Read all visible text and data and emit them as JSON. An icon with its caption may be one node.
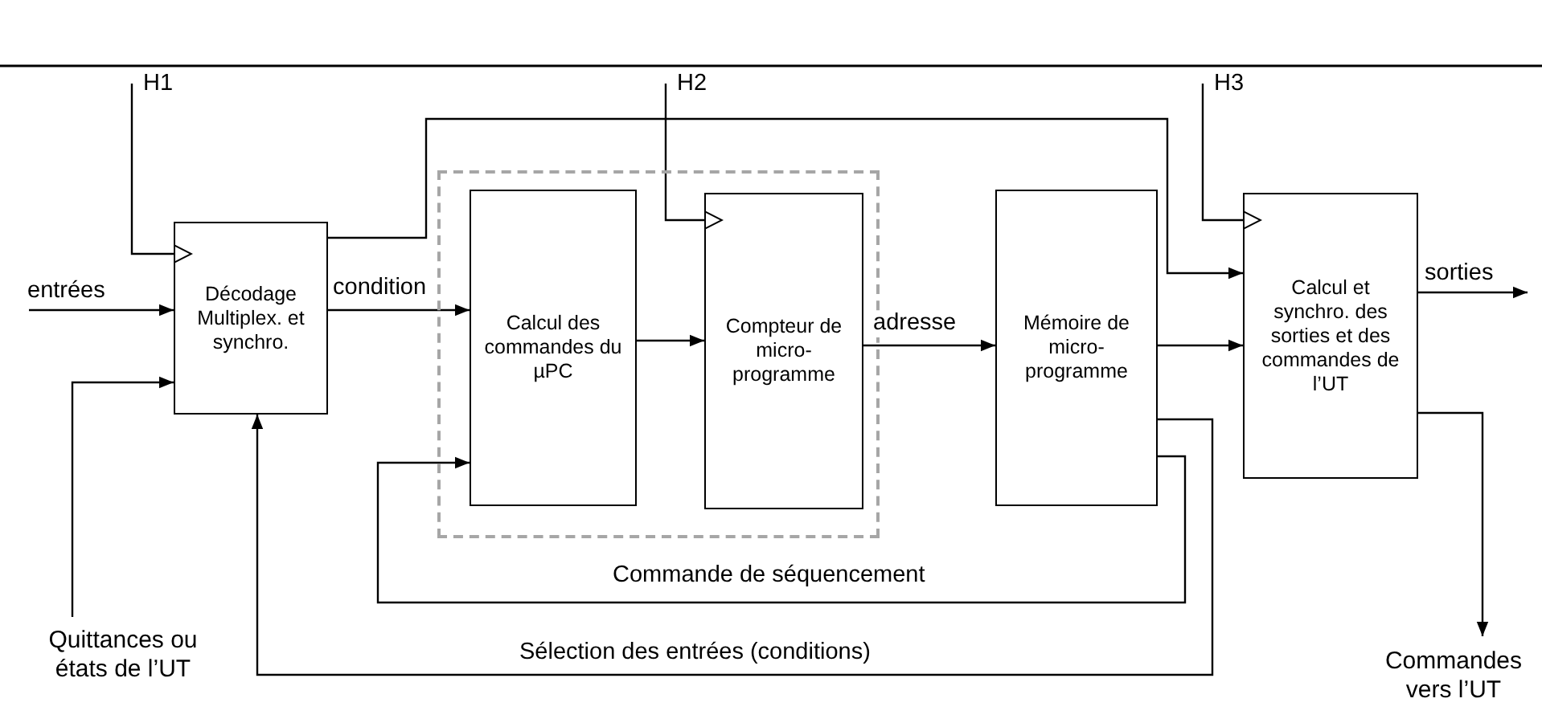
{
  "diagram": {
    "nodes": [
      {
        "text": [
          "Décodage Multiplex. et synchro."
        ]
      },
      {
        "text": [],
        "shape": "box"
      },
      {
        "text": [
          "Calcul des commandes du µPC"
        ],
        "in": 1
      },
      {
        "text": [
          "Compteur de micro-programme"
        ],
        "in": 1
      },
      {
        "text": [
          "Mémoire de micro-programme"
        ]
      },
      {
        "text": [
          "Calcul et synchro. des sorties et des commandes de l’UT"
        ]
      },
      {
        "text": [
          "Quittances ou états de l’UT"
        ]
      },
      {
        "text": [
          "Commandes vers l’UT"
        ]
      }
    ],
    "edges": [
      {
        "from": null,
        "to": 0,
        "arrow": "to",
        "label": "H1"
      },
      {
        "from": null,
        "to": 0,
        "arrow": "to",
        "label": "entrées"
      },
      {
        "from": 6,
        "to": 0,
        "arrow": "to"
      },
      {
        "from": 0,
        "to": 5,
        "arrow": "to"
      },
      {
        "from": 0,
        "to": 2,
        "arrow": "to",
        "label": "condition"
      },
      {
        "from": null,
        "to": 3,
        "arrow": "to",
        "label": "H2"
      },
      {
        "from": 2,
        "to": 3,
        "arrow": "to"
      },
      {
        "from": 3,
        "to": 4,
        "arrow": "to",
        "label": "adresse"
      },
      {
        "from": 4,
        "to": 5,
        "arrow": "to"
      },
      {
        "from": null,
        "to": 5,
        "arrow": "to",
        "label": "H3"
      },
      {
        "from": 5,
        "to": null,
        "arrow": "to",
        "label": "sorties"
      },
      {
        "from": 5,
        "to": 7,
        "arrow": "to"
      },
      {
        "from": 4,
        "to": 2,
        "arrow": "to",
        "label": "Commande de séquencement"
      },
      {
        "from": 4,
        "to": 0,
        "arrow": "to",
        "label": "Sélection des entrées (conditions)"
      }
    ]
  }
}
